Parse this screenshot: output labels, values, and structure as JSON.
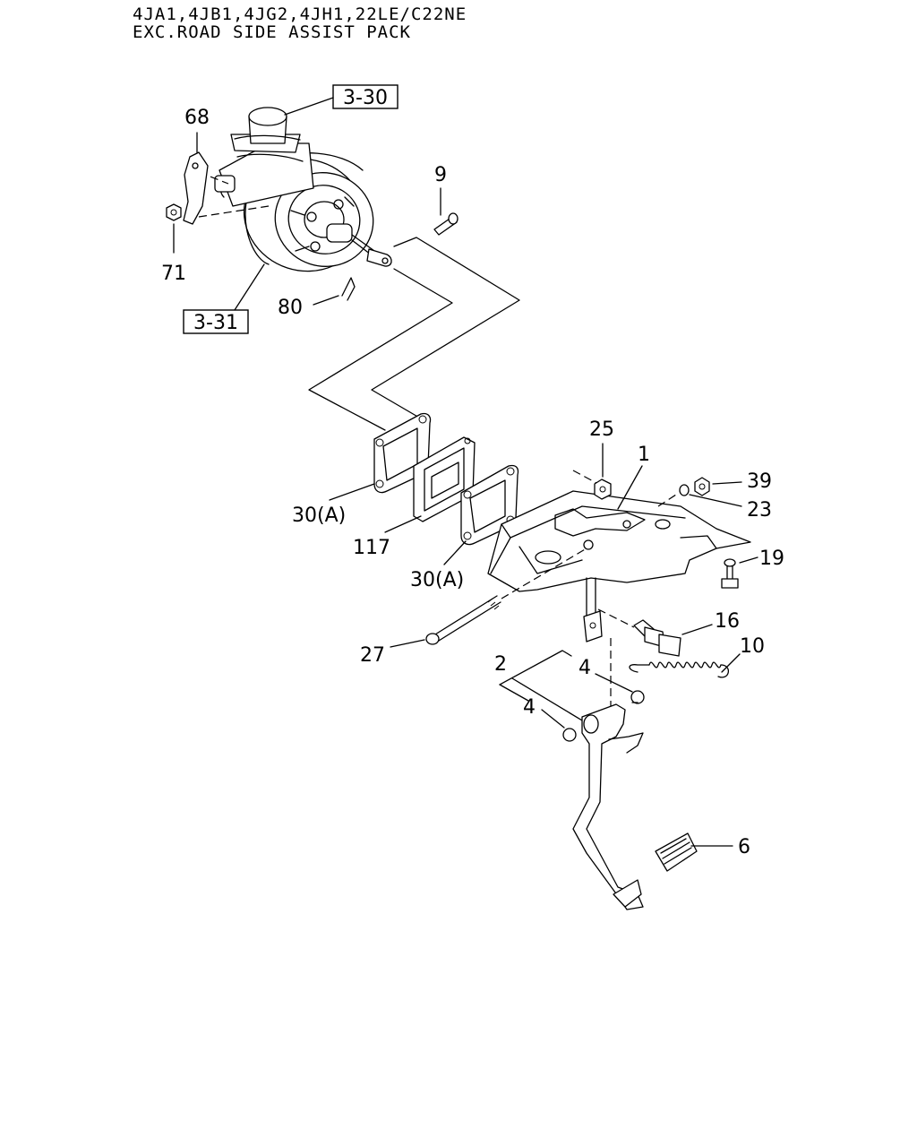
{
  "header": {
    "line1": "4JA1,4JB1,4JG2,4JH1,22LE/C22NE",
    "line2": "EXC.ROAD SIDE ASSIST PACK"
  },
  "refs": {
    "booster_top": "3-30",
    "booster_body": "3-31"
  },
  "callouts": {
    "p68": "68",
    "p71": "71",
    "p9": "9",
    "p80": "80",
    "p25": "25",
    "p1": "1",
    "p39": "39",
    "p23": "23",
    "p19": "19",
    "p30a_left": "30(A)",
    "p117": "117",
    "p30a_right": "30(A)",
    "p27": "27",
    "p16": "16",
    "p10": "10",
    "p2": "2",
    "p4_upper": "4",
    "p4_lower": "4",
    "p6": "6"
  }
}
